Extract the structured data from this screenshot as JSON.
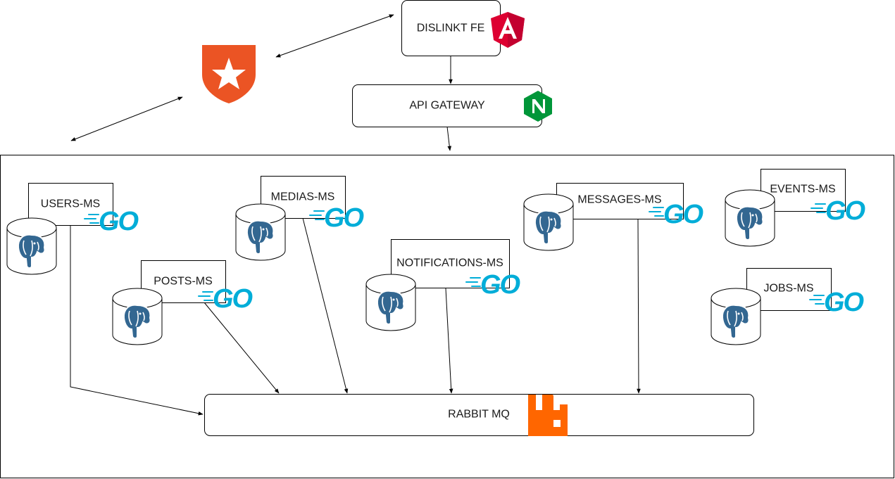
{
  "nodes": {
    "frontend": "DISLINKT FE",
    "gateway": "API GATEWAY",
    "users": "USERS-MS",
    "medias": "MEDIAS-MS",
    "posts": "POSTS-MS",
    "notifications": "NOTIFICATIONS-MS",
    "messages": "MESSAGES-MS",
    "events": "EVENTS-MS",
    "jobs": "JOBS-MS",
    "rabbit": "RABBIT MQ"
  },
  "badges": {
    "go": "GO"
  },
  "colors": {
    "go": "#00ADD8",
    "angular": "#DD0031",
    "nginx": "#009639",
    "auth0": "#EB5424",
    "rabbitmq": "#FF6600",
    "postgres": "#336791"
  },
  "icons": {
    "frontend": "angular-icon",
    "gateway": "nginx-icon",
    "auth": "auth0-icon",
    "database": "postgresql-icon",
    "service": "go-icon",
    "broker": "rabbitmq-icon"
  }
}
